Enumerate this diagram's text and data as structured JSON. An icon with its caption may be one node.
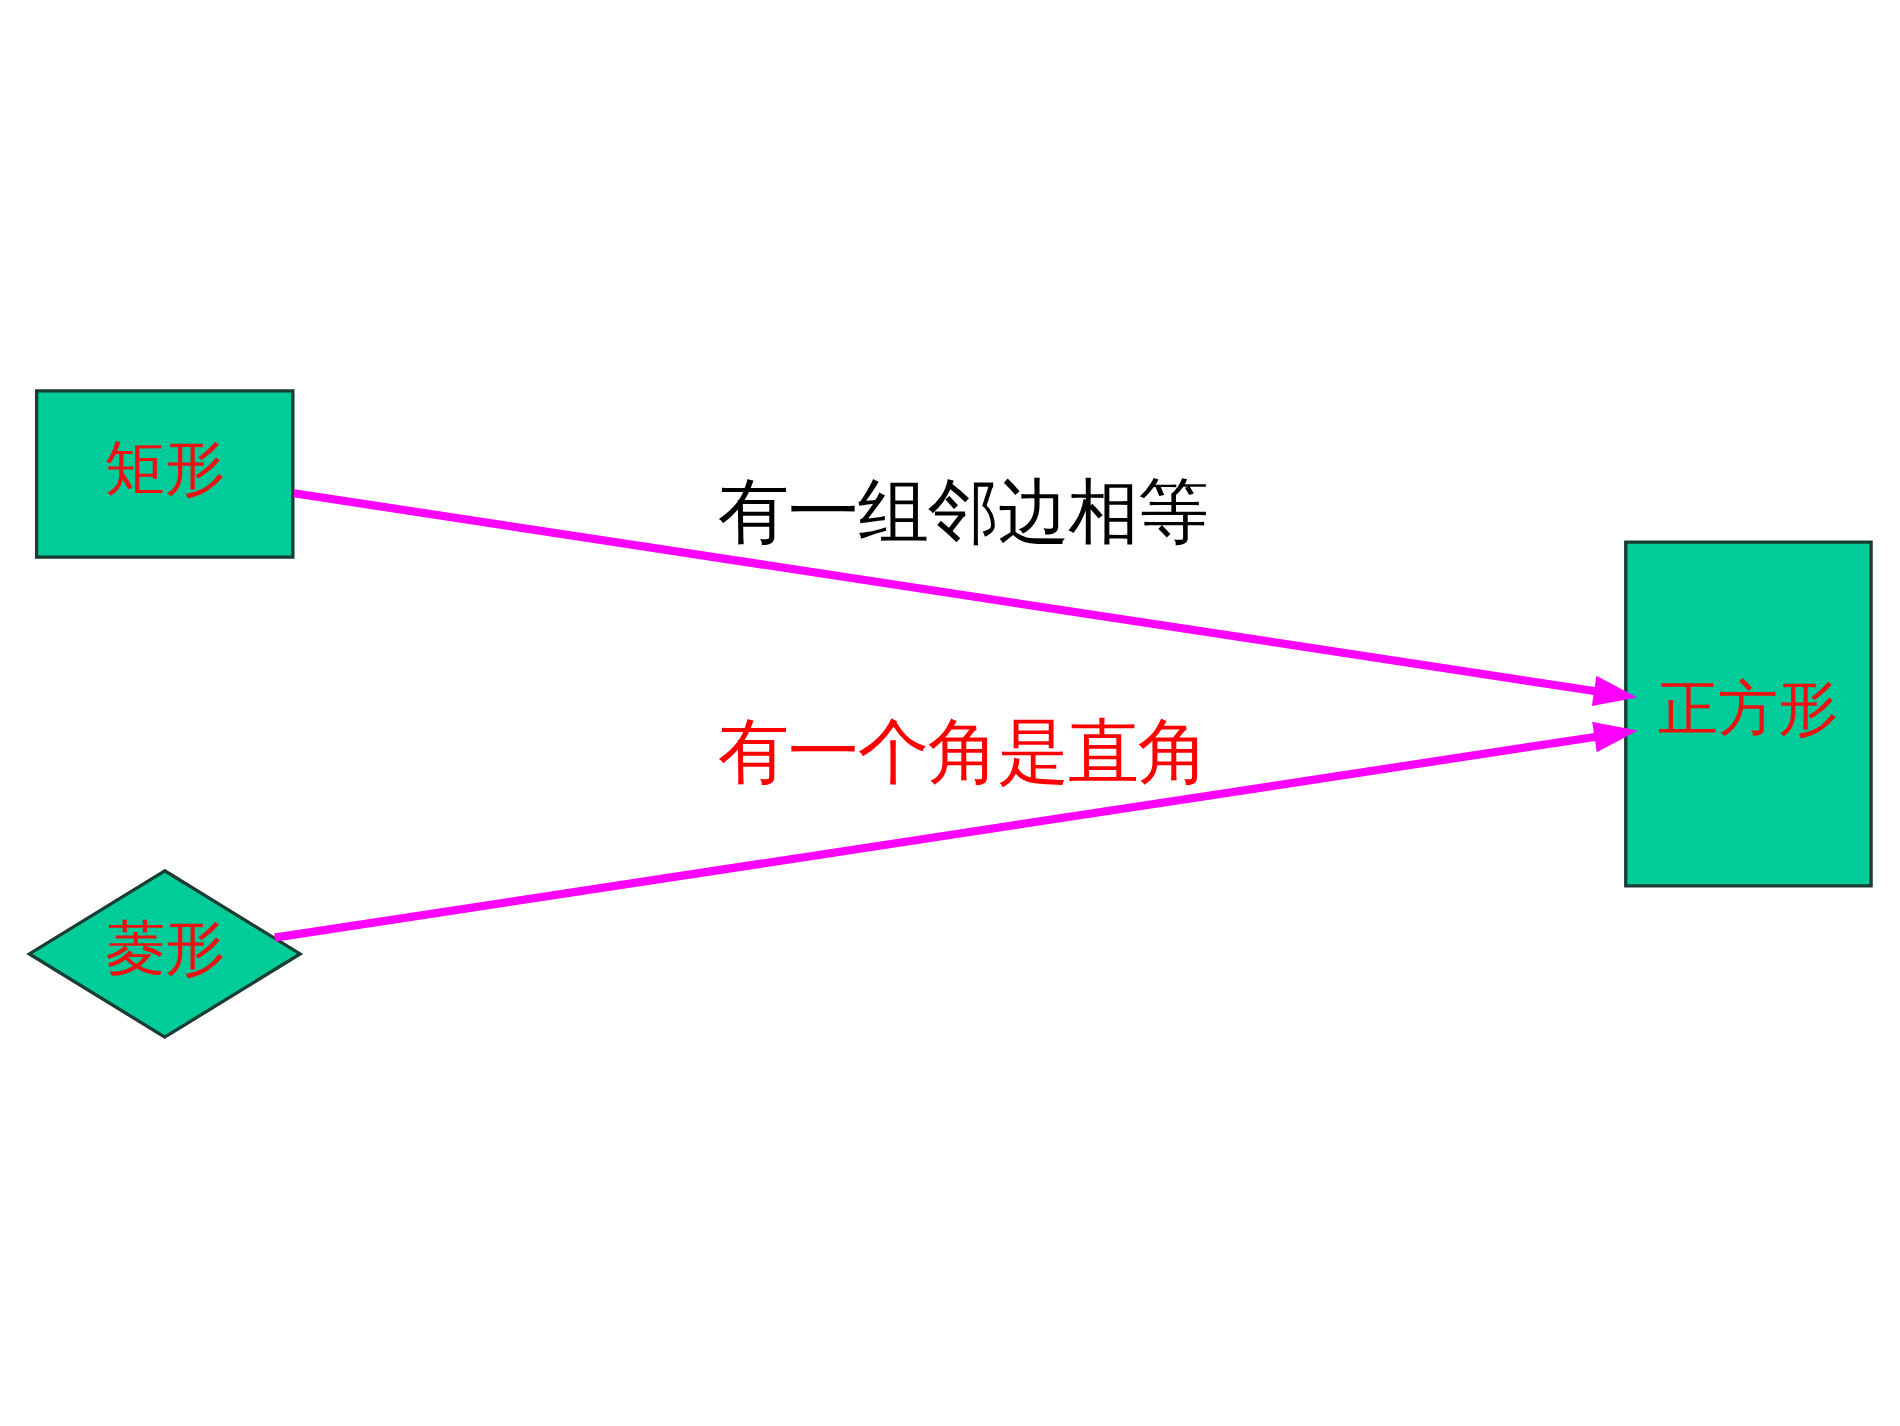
{
  "diagram": {
    "nodes": [
      {
        "text": [
          "矩形"
        ]
      },
      {
        "text": [
          "正方形"
        ]
      },
      {
        "text": [
          "菱形"
        ]
      }
    ],
    "edges": [
      {
        "from": 0,
        "to": 1,
        "arrow": "to",
        "label": "有一组邻边相等"
      },
      {
        "from": 2,
        "to": 1,
        "arrow": "to",
        "label": "有一个角是直角"
      }
    ]
  }
}
